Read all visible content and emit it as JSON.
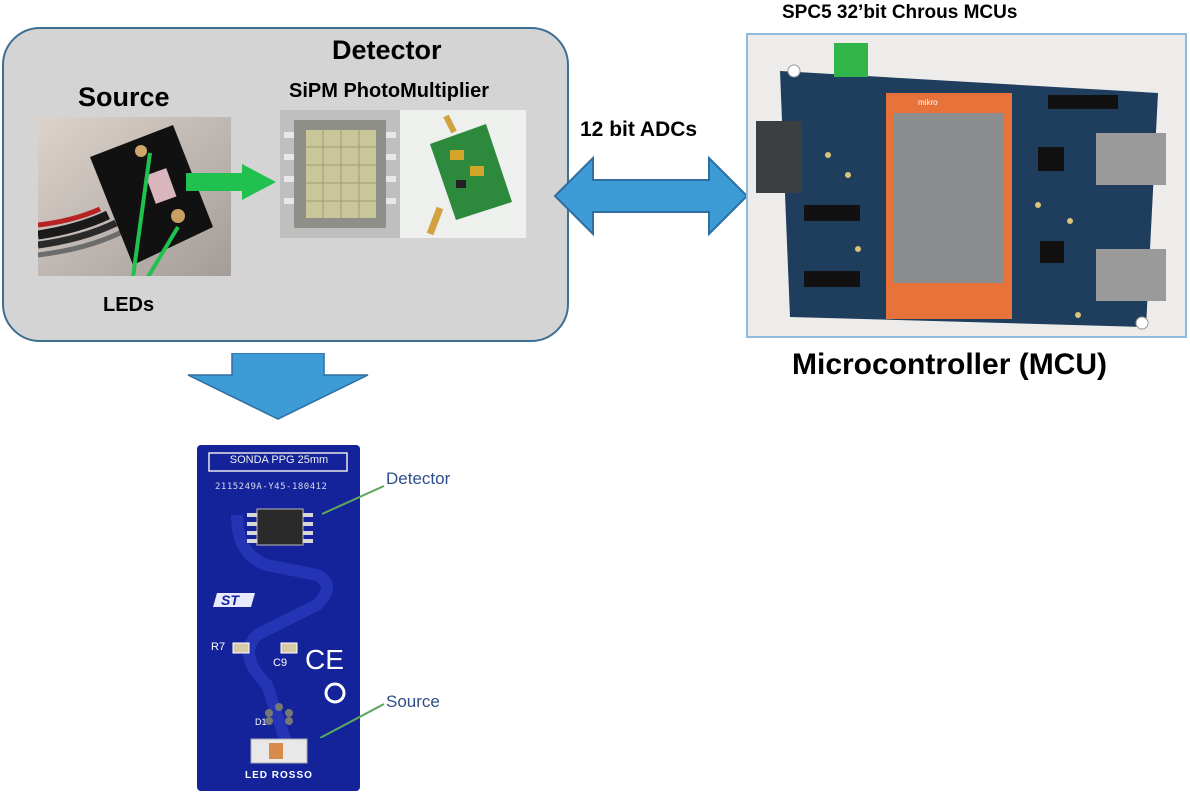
{
  "detector_panel": {
    "title": "Detector",
    "source_label": "Source",
    "sipm_label": "SiPM PhotoMultiplier",
    "leds_label": "LEDs"
  },
  "link": {
    "label": "12 bit ADCs"
  },
  "mcu_panel": {
    "top_label": "SPC5 32’bit Chrous MCUs",
    "bottom_label": "Microcontroller (MCU)",
    "lcd_tag": "mikro"
  },
  "probe_board": {
    "title": "SONDA PPG 25mm",
    "serial": "2115249A-Y45-180412",
    "ref_r7": "R7",
    "ref_c9": "C9",
    "ref_d1": "D1",
    "led_label": "LED ROSSO",
    "callout_detector": "Detector",
    "callout_source": "Source",
    "logo_text": "ST",
    "ce_mark": "CE"
  },
  "colors": {
    "panel_fill": "#d4d4d4",
    "panel_border": "#3e6f93",
    "arrow_blue": "#3d9bd6",
    "green_arrow": "#21c14f",
    "pcb_blue": "#14239a",
    "callout_text": "#2f4f88"
  }
}
